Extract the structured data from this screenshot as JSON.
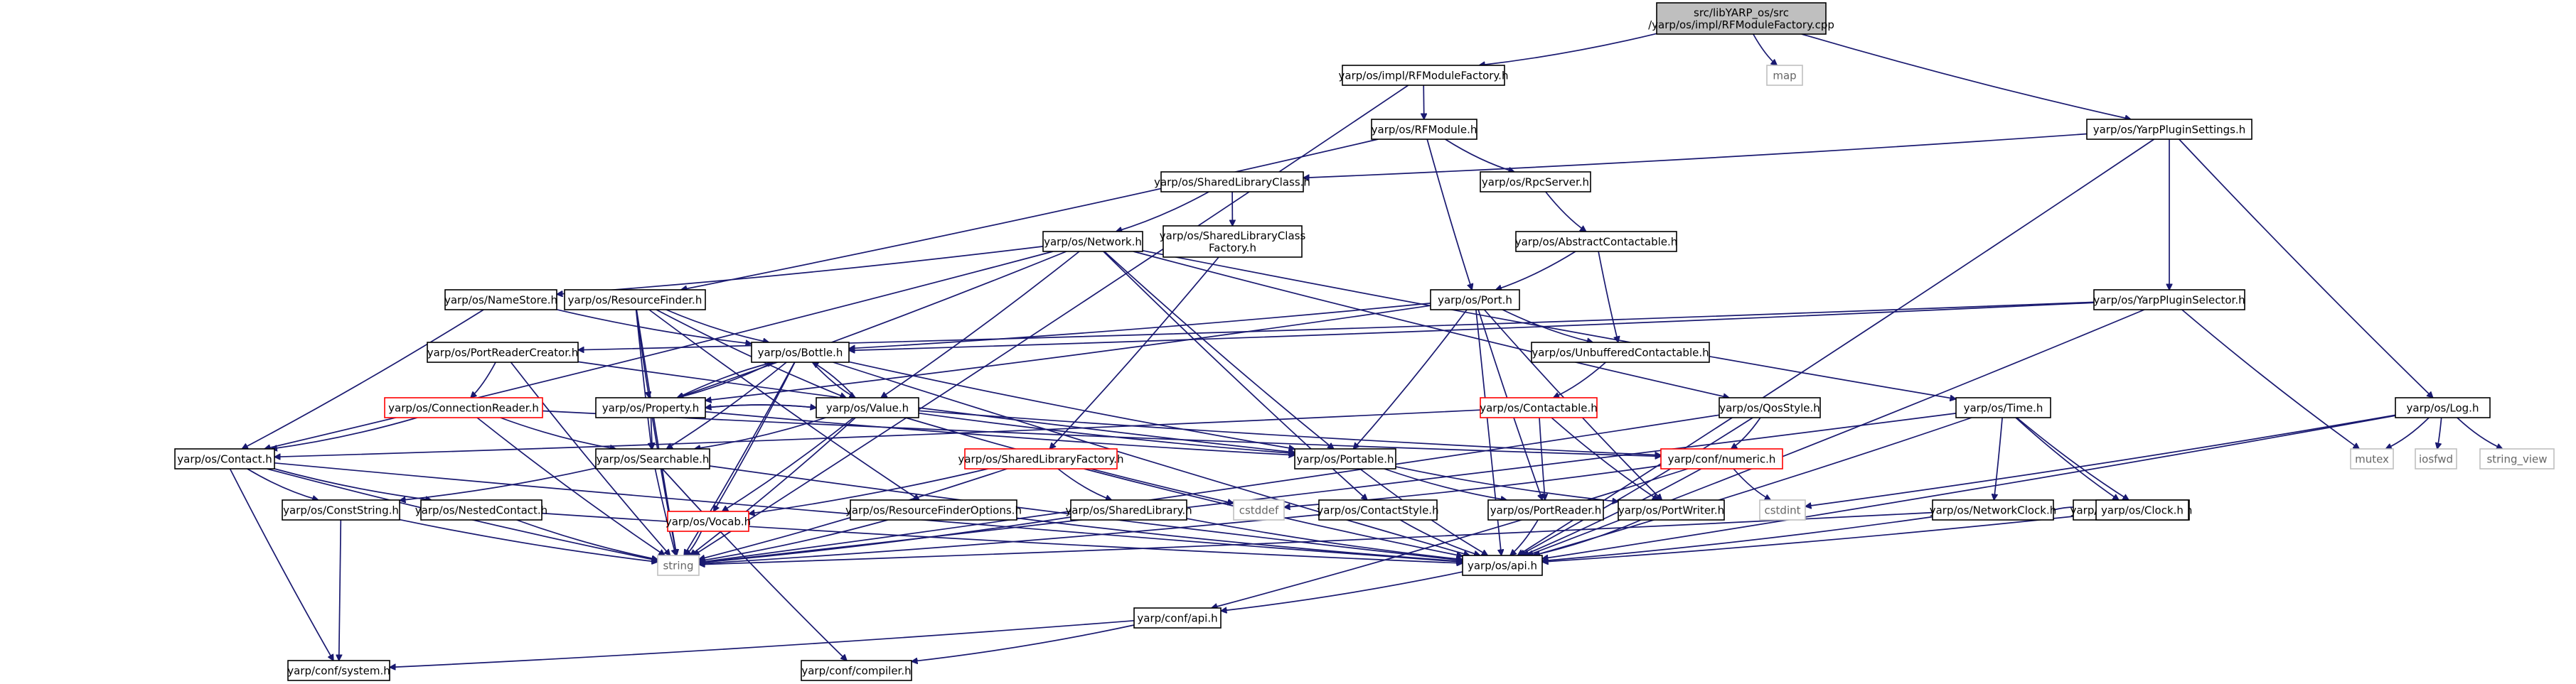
{
  "colors": {
    "edge": "#191970",
    "root_fill": "#bfbfbf",
    "box_border": "#000000",
    "external_text": "#666666",
    "external_border": "#bfbfbf",
    "red_border": "#ff0000"
  },
  "nodes": [
    {
      "id": "root",
      "lines": [
        "src/libYARP_os/src",
        "/yarp/os/impl/RFModuleFactory.cpp"
      ],
      "style": "root"
    },
    {
      "id": "rfmf_h",
      "lines": [
        "yarp/os/impl/RFModuleFactory.h"
      ],
      "style": "normal"
    },
    {
      "id": "map",
      "lines": [
        "map"
      ],
      "style": "external"
    },
    {
      "id": "ypsettings",
      "lines": [
        "yarp/os/YarpPluginSettings.h"
      ],
      "style": "normal"
    },
    {
      "id": "rfmodule",
      "lines": [
        "yarp/os/RFModule.h"
      ],
      "style": "normal"
    },
    {
      "id": "slclass",
      "lines": [
        "yarp/os/SharedLibraryClass.h"
      ],
      "style": "normal"
    },
    {
      "id": "rpcserver",
      "lines": [
        "yarp/os/RpcServer.h"
      ],
      "style": "normal"
    },
    {
      "id": "network",
      "lines": [
        "yarp/os/Network.h"
      ],
      "style": "normal"
    },
    {
      "id": "slcfactory",
      "lines": [
        "yarp/os/SharedLibraryClass",
        "Factory.h"
      ],
      "style": "normal"
    },
    {
      "id": "abscontact",
      "lines": [
        "yarp/os/AbstractContactable.h"
      ],
      "style": "normal"
    },
    {
      "id": "namestore",
      "lines": [
        "yarp/os/NameStore.h"
      ],
      "style": "normal"
    },
    {
      "id": "resfinder",
      "lines": [
        "yarp/os/ResourceFinder.h"
      ],
      "style": "normal"
    },
    {
      "id": "port",
      "lines": [
        "yarp/os/Port.h"
      ],
      "style": "normal"
    },
    {
      "id": "ypselector",
      "lines": [
        "yarp/os/YarpPluginSelector.h"
      ],
      "style": "normal"
    },
    {
      "id": "prcreator",
      "lines": [
        "yarp/os/PortReaderCreator.h"
      ],
      "style": "normal"
    },
    {
      "id": "bottle",
      "lines": [
        "yarp/os/Bottle.h"
      ],
      "style": "normal"
    },
    {
      "id": "unbuf",
      "lines": [
        "yarp/os/UnbufferedContactable.h"
      ],
      "style": "normal"
    },
    {
      "id": "connreader",
      "lines": [
        "yarp/os/ConnectionReader.h"
      ],
      "style": "red"
    },
    {
      "id": "property",
      "lines": [
        "yarp/os/Property.h"
      ],
      "style": "normal"
    },
    {
      "id": "value",
      "lines": [
        "yarp/os/Value.h"
      ],
      "style": "normal"
    },
    {
      "id": "contactable",
      "lines": [
        "yarp/os/Contactable.h"
      ],
      "style": "red"
    },
    {
      "id": "qosstyle",
      "lines": [
        "yarp/os/QosStyle.h"
      ],
      "style": "normal"
    },
    {
      "id": "time",
      "lines": [
        "yarp/os/Time.h"
      ],
      "style": "normal"
    },
    {
      "id": "log",
      "lines": [
        "yarp/os/Log.h"
      ],
      "style": "normal"
    },
    {
      "id": "contact",
      "lines": [
        "yarp/os/Contact.h"
      ],
      "style": "normal"
    },
    {
      "id": "searchable",
      "lines": [
        "yarp/os/Searchable.h"
      ],
      "style": "normal"
    },
    {
      "id": "slfactory",
      "lines": [
        "yarp/os/SharedLibraryFactory.h"
      ],
      "style": "red"
    },
    {
      "id": "portable",
      "lines": [
        "yarp/os/Portable.h"
      ],
      "style": "normal"
    },
    {
      "id": "numeric",
      "lines": [
        "yarp/conf/numeric.h"
      ],
      "style": "red"
    },
    {
      "id": "mutex",
      "lines": [
        "mutex"
      ],
      "style": "external"
    },
    {
      "id": "iosfwd",
      "lines": [
        "iosfwd"
      ],
      "style": "external"
    },
    {
      "id": "stringview",
      "lines": [
        "string_view"
      ],
      "style": "external"
    },
    {
      "id": "netclock",
      "lines": [
        "yarp/os/NetworkClock.h"
      ],
      "style": "normal"
    },
    {
      "id": "sysclock",
      "lines": [
        "yarp/os/SystemClock.h"
      ],
      "style": "normal"
    },
    {
      "id": "conststring",
      "lines": [
        "yarp/os/ConstString.h"
      ],
      "style": "normal"
    },
    {
      "id": "nestedcontact",
      "lines": [
        "yarp/os/NestedContact.h"
      ],
      "style": "normal"
    },
    {
      "id": "vocab",
      "lines": [
        "yarp/os/Vocab.h"
      ],
      "style": "red"
    },
    {
      "id": "rfoptions",
      "lines": [
        "yarp/os/ResourceFinderOptions.h"
      ],
      "style": "normal"
    },
    {
      "id": "sharedlib",
      "lines": [
        "yarp/os/SharedLibrary.h"
      ],
      "style": "normal"
    },
    {
      "id": "cstddef",
      "lines": [
        "cstddef"
      ],
      "style": "external"
    },
    {
      "id": "contactstyle",
      "lines": [
        "yarp/os/ContactStyle.h"
      ],
      "style": "normal"
    },
    {
      "id": "portreader",
      "lines": [
        "yarp/os/PortReader.h"
      ],
      "style": "normal"
    },
    {
      "id": "portwriter",
      "lines": [
        "yarp/os/PortWriter.h"
      ],
      "style": "normal"
    },
    {
      "id": "cstdint",
      "lines": [
        "cstdint"
      ],
      "style": "external"
    },
    {
      "id": "clock",
      "lines": [
        "yarp/os/Clock.h"
      ],
      "style": "normal"
    },
    {
      "id": "string",
      "lines": [
        "string"
      ],
      "style": "external"
    },
    {
      "id": "osapi",
      "lines": [
        "yarp/os/api.h"
      ],
      "style": "normal"
    },
    {
      "id": "confapi",
      "lines": [
        "yarp/conf/api.h"
      ],
      "style": "normal"
    },
    {
      "id": "confsystem",
      "lines": [
        "yarp/conf/system.h"
      ],
      "style": "normal"
    },
    {
      "id": "confcompiler",
      "lines": [
        "yarp/conf/compiler.h"
      ],
      "style": "normal"
    }
  ],
  "edges": [
    [
      "root",
      "rfmf_h"
    ],
    [
      "root",
      "map"
    ],
    [
      "root",
      "ypsettings"
    ],
    [
      "rfmf_h",
      "rfmodule"
    ],
    [
      "rfmf_h",
      "string"
    ],
    [
      "rfmodule",
      "resfinder"
    ],
    [
      "rfmodule",
      "port"
    ],
    [
      "rfmodule",
      "rpcserver"
    ],
    [
      "ypsettings",
      "slclass"
    ],
    [
      "ypsettings",
      "ypselector"
    ],
    [
      "ypsettings",
      "log"
    ],
    [
      "ypsettings",
      "osapi"
    ],
    [
      "slclass",
      "network"
    ],
    [
      "slclass",
      "slcfactory"
    ],
    [
      "rpcserver",
      "abscontact"
    ],
    [
      "network",
      "contact"
    ],
    [
      "network",
      "value"
    ],
    [
      "network",
      "property"
    ],
    [
      "network",
      "portable"
    ],
    [
      "network",
      "namestore"
    ],
    [
      "network",
      "qosstyle"
    ],
    [
      "network",
      "time"
    ],
    [
      "network",
      "contactstyle"
    ],
    [
      "slcfactory",
      "slfactory"
    ],
    [
      "abscontact",
      "port"
    ],
    [
      "abscontact",
      "unbuf"
    ],
    [
      "namestore",
      "contact"
    ],
    [
      "namestore",
      "bottle"
    ],
    [
      "resfinder",
      "bottle"
    ],
    [
      "resfinder",
      "property"
    ],
    [
      "resfinder",
      "value"
    ],
    [
      "resfinder",
      "rfoptions"
    ],
    [
      "resfinder",
      "searchable"
    ],
    [
      "resfinder",
      "string"
    ],
    [
      "port",
      "unbuf"
    ],
    [
      "port",
      "portreader"
    ],
    [
      "port",
      "portwriter"
    ],
    [
      "port",
      "portable"
    ],
    [
      "port",
      "bottle"
    ],
    [
      "port",
      "property"
    ],
    [
      "port",
      "osapi"
    ],
    [
      "ypselector",
      "bottle"
    ],
    [
      "ypselector",
      "mutex"
    ],
    [
      "ypselector",
      "prcreator"
    ],
    [
      "ypselector",
      "osapi"
    ],
    [
      "prcreator",
      "connreader"
    ],
    [
      "prcreator",
      "portable"
    ],
    [
      "prcreator",
      "string"
    ],
    [
      "bottle",
      "property"
    ],
    [
      "bottle",
      "value"
    ],
    [
      "bottle",
      "searchable"
    ],
    [
      "bottle",
      "portable"
    ],
    [
      "bottle",
      "vocab"
    ],
    [
      "bottle",
      "string"
    ],
    [
      "bottle",
      "osapi"
    ],
    [
      "unbuf",
      "contactable"
    ],
    [
      "connreader",
      "contact"
    ],
    [
      "connreader",
      "searchable"
    ],
    [
      "connreader",
      "numeric"
    ],
    [
      "connreader",
      "string"
    ],
    [
      "property",
      "bottle"
    ],
    [
      "property",
      "value"
    ],
    [
      "property",
      "searchable"
    ],
    [
      "property",
      "portable"
    ],
    [
      "property",
      "string"
    ],
    [
      "value",
      "bottle"
    ],
    [
      "value",
      "property"
    ],
    [
      "value",
      "searchable"
    ],
    [
      "value",
      "portable"
    ],
    [
      "value",
      "vocab"
    ],
    [
      "value",
      "numeric"
    ],
    [
      "value",
      "cstddef"
    ],
    [
      "value",
      "string"
    ],
    [
      "contactable",
      "contact"
    ],
    [
      "contactable",
      "portreader"
    ],
    [
      "contactable",
      "portwriter"
    ],
    [
      "qosstyle",
      "numeric"
    ],
    [
      "qosstyle",
      "osapi"
    ],
    [
      "qosstyle",
      "string"
    ],
    [
      "time",
      "netclock"
    ],
    [
      "time",
      "sysclock"
    ],
    [
      "time",
      "clock"
    ],
    [
      "time",
      "osapi"
    ],
    [
      "time",
      "string"
    ],
    [
      "log",
      "mutex"
    ],
    [
      "log",
      "iosfwd"
    ],
    [
      "log",
      "stringview"
    ],
    [
      "log",
      "cstdint"
    ],
    [
      "log",
      "osapi"
    ],
    [
      "contact",
      "nestedcontact"
    ],
    [
      "contact",
      "conststring"
    ],
    [
      "contact",
      "confsystem"
    ],
    [
      "contact",
      "string"
    ],
    [
      "contact",
      "osapi"
    ],
    [
      "searchable",
      "conststring"
    ],
    [
      "searchable",
      "confcompiler"
    ],
    [
      "searchable",
      "string"
    ],
    [
      "searchable",
      "osapi"
    ],
    [
      "slfactory",
      "sharedlib"
    ],
    [
      "slfactory",
      "vocab"
    ],
    [
      "slfactory",
      "string"
    ],
    [
      "slfactory",
      "osapi"
    ],
    [
      "portable",
      "portreader"
    ],
    [
      "portable",
      "portwriter"
    ],
    [
      "portable",
      "osapi"
    ],
    [
      "numeric",
      "cstddef"
    ],
    [
      "numeric",
      "cstdint"
    ],
    [
      "numeric",
      "confapi"
    ],
    [
      "numeric",
      "osapi"
    ],
    [
      "netclock",
      "clock"
    ],
    [
      "netclock",
      "osapi"
    ],
    [
      "netclock",
      "string"
    ],
    [
      "sysclock",
      "clock"
    ],
    [
      "conststring",
      "confsystem"
    ],
    [
      "conststring",
      "string"
    ],
    [
      "nestedcontact",
      "string"
    ],
    [
      "nestedcontact",
      "osapi"
    ],
    [
      "vocab",
      "string"
    ],
    [
      "rfoptions",
      "string"
    ],
    [
      "rfoptions",
      "osapi"
    ],
    [
      "sharedlib",
      "string"
    ],
    [
      "sharedlib",
      "osapi"
    ],
    [
      "contactstyle",
      "string"
    ],
    [
      "contactstyle",
      "osapi"
    ],
    [
      "portreader",
      "osapi"
    ],
    [
      "portwriter",
      "osapi"
    ],
    [
      "clock",
      "osapi"
    ],
    [
      "osapi",
      "confapi"
    ],
    [
      "confapi",
      "confsystem"
    ],
    [
      "confapi",
      "confcompiler"
    ]
  ]
}
